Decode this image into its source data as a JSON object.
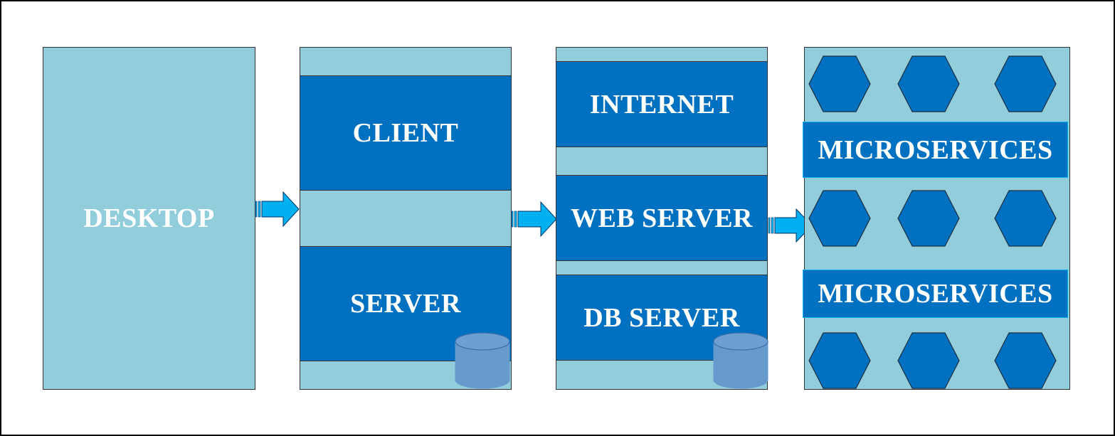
{
  "labels": {
    "desktop": "DESKTOP",
    "client": "CLIENT",
    "server": "SERVER",
    "internet": "INTERNET",
    "web_server": "WEB SERVER",
    "db_server": "DB SERVER",
    "microservices_top": "MICROSERVICES",
    "microservices_bottom": "MICROSERVICES"
  },
  "colors": {
    "panel": "#92CDDC",
    "block": "#0070C0",
    "arrow": "#00B0F0",
    "database": "#6699CC",
    "text": "#FFFFFF"
  },
  "icons": [
    "right-arrow-icon",
    "database-icon",
    "hexagon-icon"
  ]
}
